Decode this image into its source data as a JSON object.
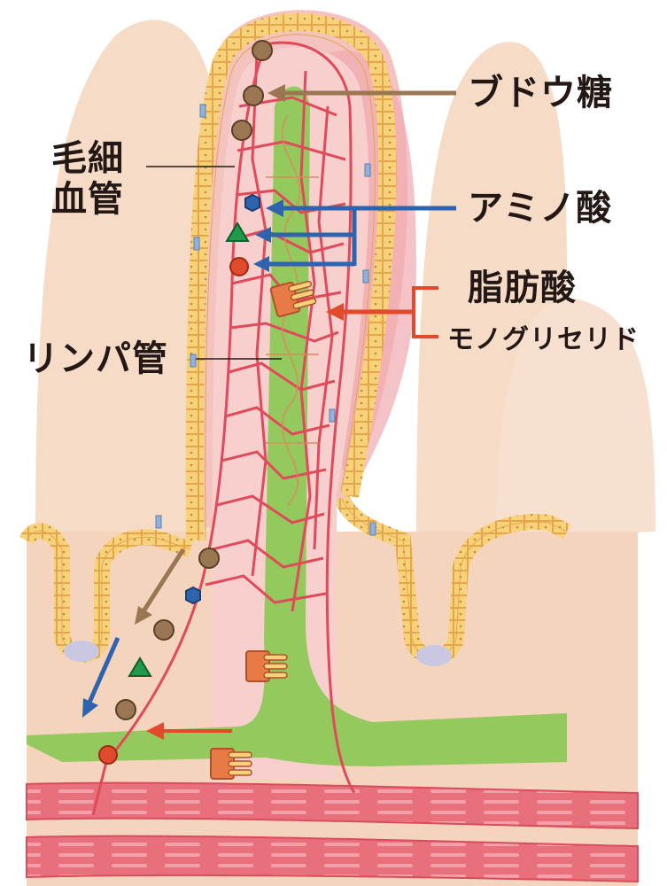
{
  "labels": {
    "capillary_line1": "毛細",
    "capillary_line2": "血管",
    "lymph_vessel": "リンパ管",
    "glucose": "ブドウ糖",
    "amino_acid": "アミノ酸",
    "fatty_acid": "脂肪酸",
    "monoglyceride": "モノグリセリド"
  },
  "colors": {
    "glucose": "#9a7652",
    "amino_acid": "#2e64ad",
    "fat": "#e24a2c",
    "blood_vessel": "#e14a5a",
    "lymph": "#8ec65a",
    "epithelium": "#f6c96a",
    "tissue": "#f5d4bd"
  },
  "icons": {
    "glucose": "brown-circle-icon",
    "amino_acid": "blue-hexagon-icon",
    "amino_acid_2": "green-triangle-icon",
    "fat": "red-circle-icon",
    "fat_molecule": "orange-comb-icon"
  }
}
